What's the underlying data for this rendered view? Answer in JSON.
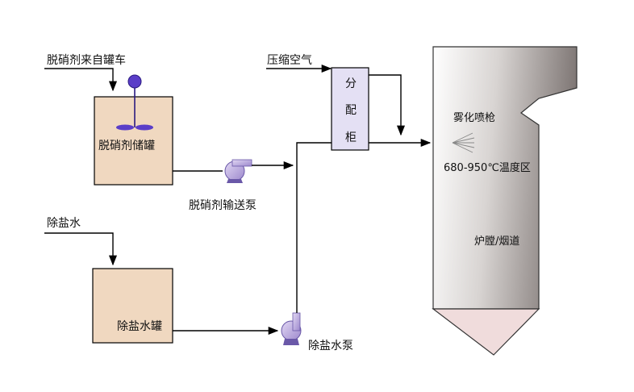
{
  "labels": {
    "reagent_from_tanker": "脱硝剂来自罐车",
    "reagent_tank": "脱硝剂储罐",
    "reagent_pump": "脱硝剂输送泵",
    "desalted_water": "除盐水",
    "desalted_water_tank": "除盐水罐",
    "desalted_water_pump": "除盐水泵",
    "compressed_air": "压缩空气",
    "distribution_cabinet": [
      "分",
      "配",
      "柜"
    ],
    "atomizing_lance": "雾化喷枪",
    "temperature_zone": "680-950℃温度区",
    "furnace_flue": "炉膛/烟道"
  },
  "colors": {
    "tank_fill": "#f0d8c0",
    "cabinet_fill": "#e4e0f4",
    "pump_fill": "#b8a8dc",
    "agitator_fill": "#5a3ec8",
    "hopper_fill": "#f0dcdc",
    "furnace_dark": "#8a8280",
    "furnace_light": "#ffffff"
  }
}
